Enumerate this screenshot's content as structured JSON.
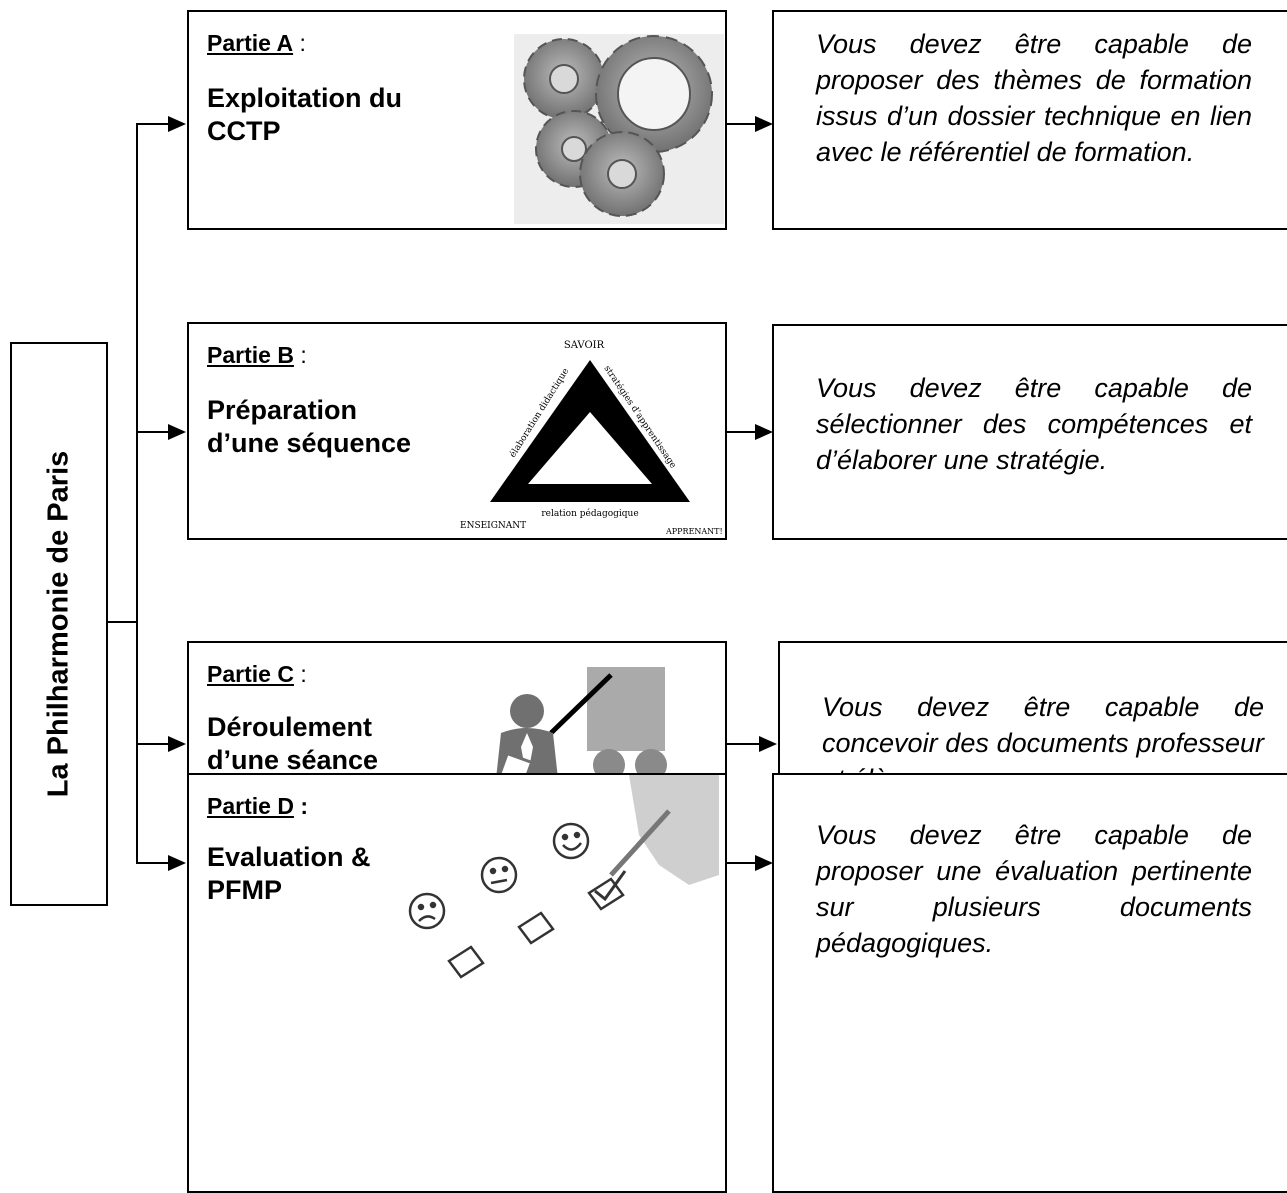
{
  "title": "La Philharmonie de Paris",
  "parts": [
    {
      "label": "Partie A",
      "separator": " :",
      "title_line1": "Exploitation du",
      "title_line2": "CCTP",
      "illustration": "gears-icon",
      "description": "Vous devez être capable de proposer des thèmes de formation issus d’un dossier technique en lien avec le référentiel de formation."
    },
    {
      "label": "Partie B",
      "separator": " :",
      "title_line1": "Préparation",
      "title_line2": "d’une séquence",
      "illustration": "didactic-triangle-icon",
      "triangle": {
        "top": "SAVOIR",
        "left": "élaboration didactique",
        "right": "stratégies d’apprentissage",
        "bottom": "relation pédagogique",
        "corner_left": "ENSEIGNANT",
        "corner_right": "APPRENANT!"
      },
      "description": "Vous devez être capable de sélectionner des compétences et d’élaborer une stratégie."
    },
    {
      "label": "Partie C",
      "separator": " :",
      "title_line1": "Déroulement",
      "title_line2": "d’une séance",
      "illustration": "teacher-presentation-icon",
      "description": "Vous devez être capable de concevoir des documents professeur et élève."
    },
    {
      "label": "Partie D",
      "separator": " :",
      "title_line1": "Evaluation &",
      "title_line2": "PFMP",
      "illustration": "smiley-checklist-icon",
      "description": "Vous devez être capable de proposer une évaluation pertinente sur plusieurs documents pédagogiques."
    }
  ]
}
